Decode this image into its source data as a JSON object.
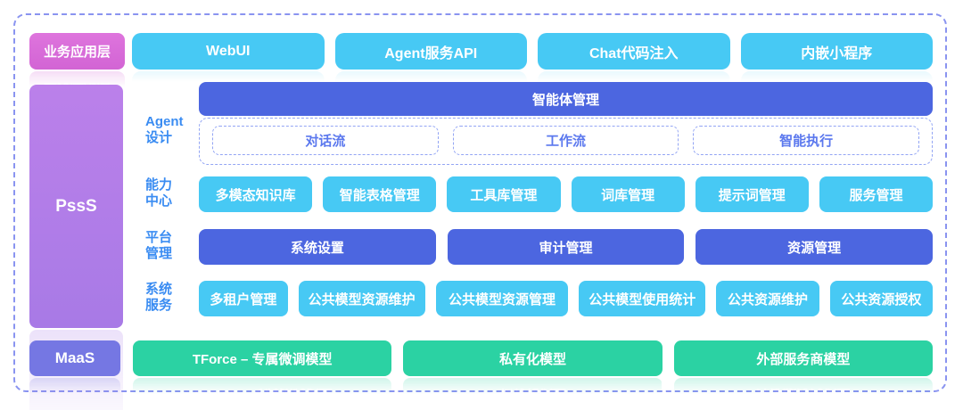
{
  "palette": {
    "cyan": "#47c9f4",
    "blue": "#4c66e0",
    "green": "#2bd2a3",
    "magenta": "#d76cd8",
    "purple": "#ae7ce8",
    "indigo": "#7577e3",
    "label_blue": "#3a8cf2",
    "dashed_border_blue": "#93a5f4",
    "outer_frame_blue": "#8a94f0"
  },
  "business_layer": {
    "label": "业务应用层",
    "items": [
      "WebUI",
      "Agent服务API",
      "Chat代码注入",
      "内嵌小程序"
    ]
  },
  "psss_layer": {
    "label": "PssS",
    "rows": [
      {
        "label_lines": [
          "Agent",
          "设计"
        ],
        "primary": "智能体管理",
        "dashed_items": [
          "对话流",
          "工作流",
          "智能执行"
        ]
      },
      {
        "label_lines": [
          "能力",
          "中心"
        ],
        "items": [
          "多模态知识库",
          "智能表格管理",
          "工具库管理",
          "词库管理",
          "提示词管理",
          "服务管理"
        ]
      },
      {
        "label_lines": [
          "平台",
          "管理"
        ],
        "items": [
          "系统设置",
          "审计管理",
          "资源管理"
        ]
      },
      {
        "label_lines": [
          "系统",
          "服务"
        ],
        "items": [
          "多租户管理",
          "公共模型资源维护",
          "公共模型资源管理",
          "公共模型使用统计",
          "公共资源维护",
          "公共资源授权"
        ]
      }
    ]
  },
  "maas_layer": {
    "label": "MaaS",
    "items": [
      "TForce – 专属微调模型",
      "私有化模型",
      "外部服务商模型"
    ]
  }
}
